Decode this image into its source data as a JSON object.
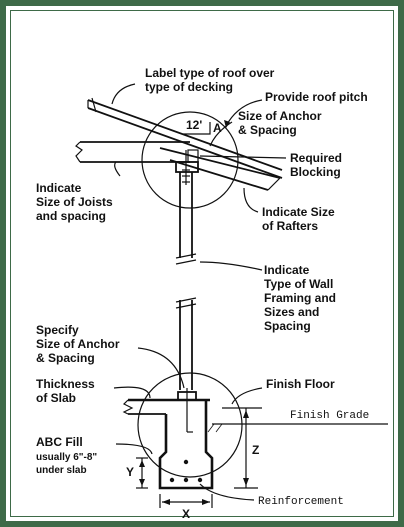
{
  "labels": {
    "roof_type": [
      "Label type of roof over",
      "type of decking"
    ],
    "roof_pitch": "Provide roof pitch",
    "pitch_run": "12'",
    "pitch_rise": "A",
    "anchor_top": [
      "Size of Anchor",
      "& Spacing"
    ],
    "blocking": [
      "Required",
      "Blocking"
    ],
    "joists": [
      "Indicate",
      "Size of Joists",
      "and spacing"
    ],
    "rafters": [
      "Indicate Size",
      "of Rafters"
    ],
    "wall_framing": [
      "Indicate",
      "Type of Wall",
      "Framing and",
      "Sizes and",
      "Spacing"
    ],
    "anchor_bottom": [
      "Specify",
      "Size of Anchor",
      "& Spacing"
    ],
    "slab": [
      "Thickness",
      "of Slab"
    ],
    "finish_floor": "Finish Floor",
    "finish_grade": "Finish Grade",
    "abc_fill": [
      "ABC Fill",
      "usually 6\"-8\"",
      "under slab"
    ],
    "dim_y": "Y",
    "dim_z": "Z",
    "dim_x": "X",
    "reinforcement": "Reinforcement"
  },
  "colors": {
    "border": "#3e6a48",
    "ink": "#111111"
  }
}
